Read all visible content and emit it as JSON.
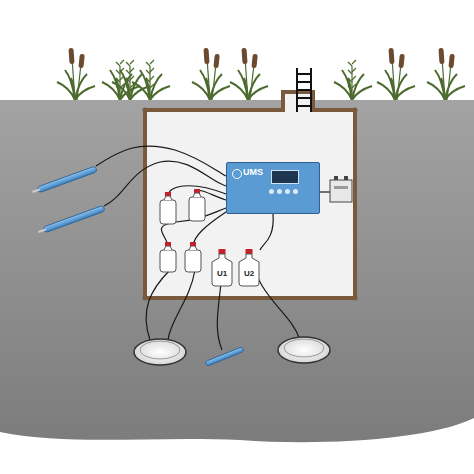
{
  "diagram": {
    "nodes": [
      {
        "text": [
          "UMS"
        ]
      },
      {
        "text": [
          "U1"
        ]
      },
      {
        "text": [
          "U2"
        ]
      }
    ]
  }
}
